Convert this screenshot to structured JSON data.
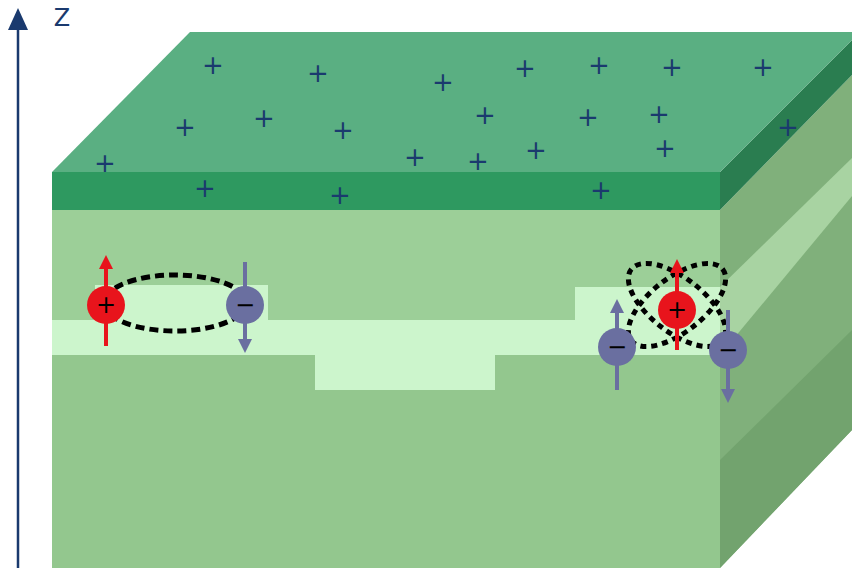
{
  "diagram": {
    "nodes": [
      {
        "text": [
          "+"
        ]
      },
      {
        "text": [
          "−"
        ]
      },
      {
        "text": [
          "+"
        ]
      },
      {
        "text": [
          "−"
        ]
      },
      {
        "text": [
          "−"
        ]
      }
    ],
    "labels": [
      "Z",
      "+",
      "+",
      "+",
      "+",
      "+",
      "+",
      "+",
      "+",
      "+",
      "+",
      "+",
      "+",
      "+",
      "+",
      "+",
      "+",
      "+",
      "+",
      "+",
      "+",
      "+",
      "+"
    ]
  }
}
